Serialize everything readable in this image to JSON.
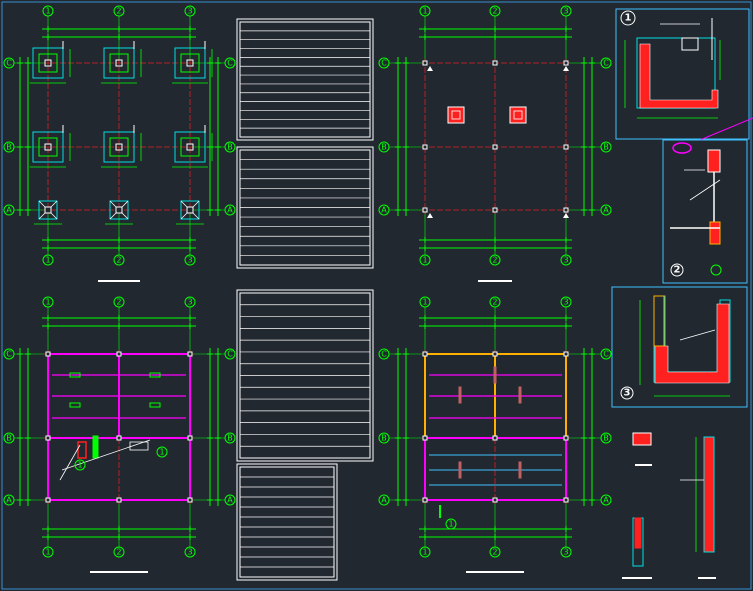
{
  "drawing": {
    "colors": {
      "background": "#212830",
      "grid_line": "#e02020",
      "dimension": "#00ff00",
      "column": "#ffffff",
      "beam_magenta": "#ff00ff",
      "beam_yellow": "#ffb000",
      "rebar": "#ff2020",
      "detail_frame": "#40c0ff",
      "concrete_outline": "#00e0e0",
      "note": "#ffffff"
    },
    "axis_labels": {
      "numeric": [
        "1",
        "2",
        "3"
      ],
      "letter": [
        "C",
        "B",
        "A"
      ]
    },
    "plans": [
      {
        "name": "foundation-plan"
      },
      {
        "name": "column-layout-plan"
      },
      {
        "name": "floor-beam-plan"
      },
      {
        "name": "roof-beam-plan"
      }
    ],
    "tables": [
      {
        "name": "schedule-table-1",
        "rows": 13
      },
      {
        "name": "schedule-table-2",
        "rows": 12
      },
      {
        "name": "schedule-table-3",
        "rows": 14
      },
      {
        "name": "schedule-table-4",
        "rows": 11
      }
    ],
    "details": [
      {
        "number": "1"
      },
      {
        "number": "2"
      },
      {
        "number": "3"
      }
    ],
    "plan_markers": [
      "1",
      "1"
    ]
  }
}
